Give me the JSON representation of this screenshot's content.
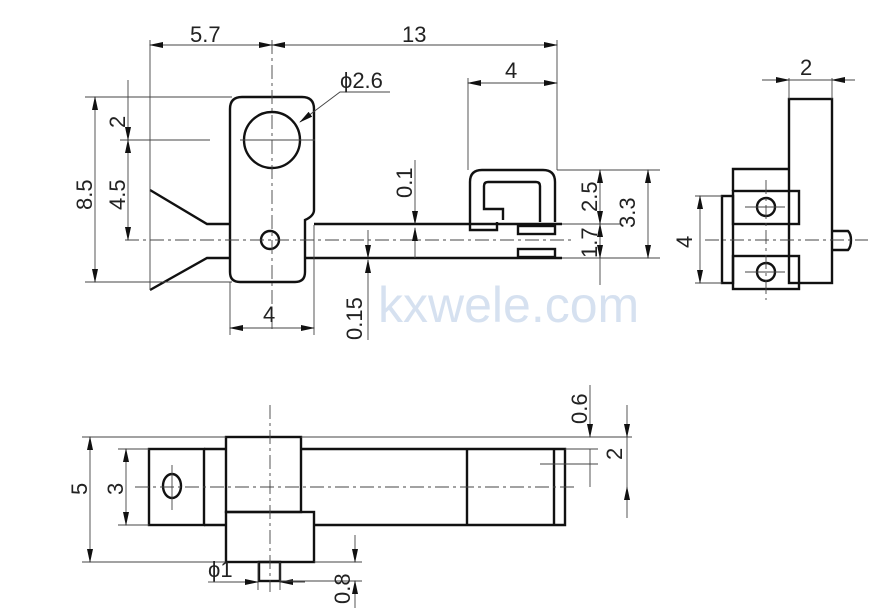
{
  "watermark": "kxwele.com",
  "front_view": {
    "dims": {
      "width_5_7": "5.7",
      "length_13": "13",
      "bracket_4": "4",
      "hole_dia": "ϕ2.6",
      "height_8_5": "8.5",
      "top_2": "2",
      "offset_4_5": "4.5",
      "gap_0_1": "0.1",
      "thick_0_15": "0.15",
      "block_4": "4",
      "bracket_2_5": "2.5",
      "lower_1_7": "1.7",
      "total_3_3": "3.3"
    }
  },
  "side_view": {
    "dims": {
      "width_2": "2",
      "height_4": "4"
    }
  },
  "bottom_view": {
    "dims": {
      "width_5": "5",
      "width_3": "3",
      "top_0_6": "0.6",
      "end_2": "2",
      "pin_dia": "ϕ1",
      "pin_0_8": "0.8"
    }
  }
}
